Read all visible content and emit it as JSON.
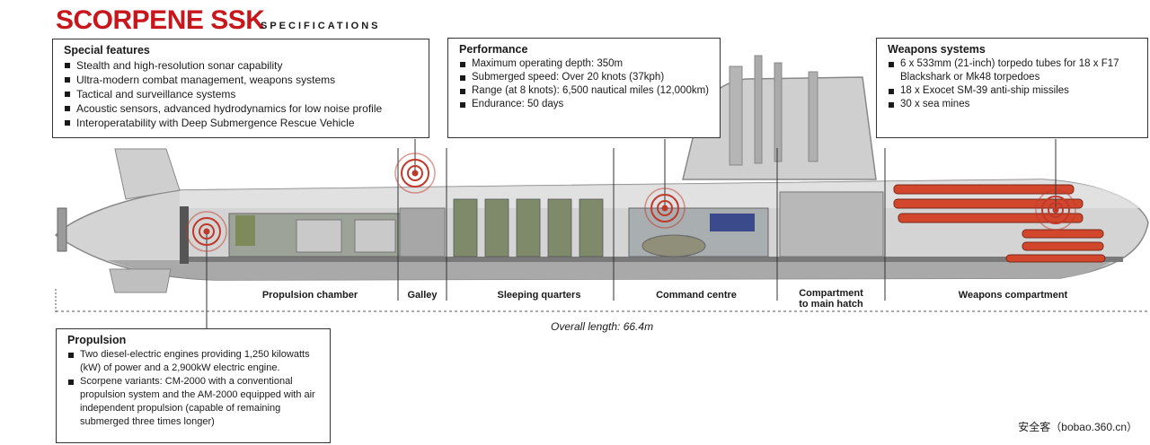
{
  "header": {
    "title": "SCORPENE SSK",
    "subtitle": "SPECIFICATIONS"
  },
  "boxes": {
    "special": {
      "title": "Special features",
      "items": [
        "Stealth and high-resolution sonar capability",
        "Ultra-modern combat management, weapons systems",
        "Tactical and surveillance systems",
        "Acoustic sensors, advanced hydrodynamics for low noise profile",
        "Interoperatability with Deep Submergence Rescue Vehicle"
      ]
    },
    "performance": {
      "title": "Performance",
      "items": [
        "Maximum operating depth: 350m",
        "Submerged speed: Over 20 knots (37kph)",
        "Range (at 8 knots): 6,500 nautical miles (12,000km)",
        "Endurance: 50 days"
      ]
    },
    "weapons": {
      "title": "Weapons systems",
      "items": [
        "6 x 533mm (21-inch) torpedo tubes for 18 x F17 Blackshark or Mk48 torpedoes",
        "18 x Exocet SM-39 anti-ship missiles",
        "30 x sea mines"
      ]
    },
    "propulsion": {
      "title": "Propulsion",
      "items": [
        "Two diesel-electric engines providing 1,250 kilowatts (kW) of power and a 2,900kW electric engine.",
        "Scorpene variants: CM-2000 with a conventional propulsion system and the AM-2000 equipped with air independent propulsion (capable of remaining submerged three times longer)"
      ]
    }
  },
  "sections": {
    "propulsion_chamber": "Propulsion chamber",
    "galley": "Galley",
    "sleeping": "Sleeping quarters",
    "command": "Command centre",
    "hatch_line1": "Compartment",
    "hatch_line2": "to main hatch",
    "weapons": "Weapons compartment"
  },
  "overall_length": "Overall length: 66.4m",
  "watermark": "安全客（bobao.360.cn）",
  "colors": {
    "title_red": "#c8161d",
    "hull_gray": "#c9c9c9",
    "torpedo_red": "#d2472c",
    "target_red": "#c0392b"
  }
}
